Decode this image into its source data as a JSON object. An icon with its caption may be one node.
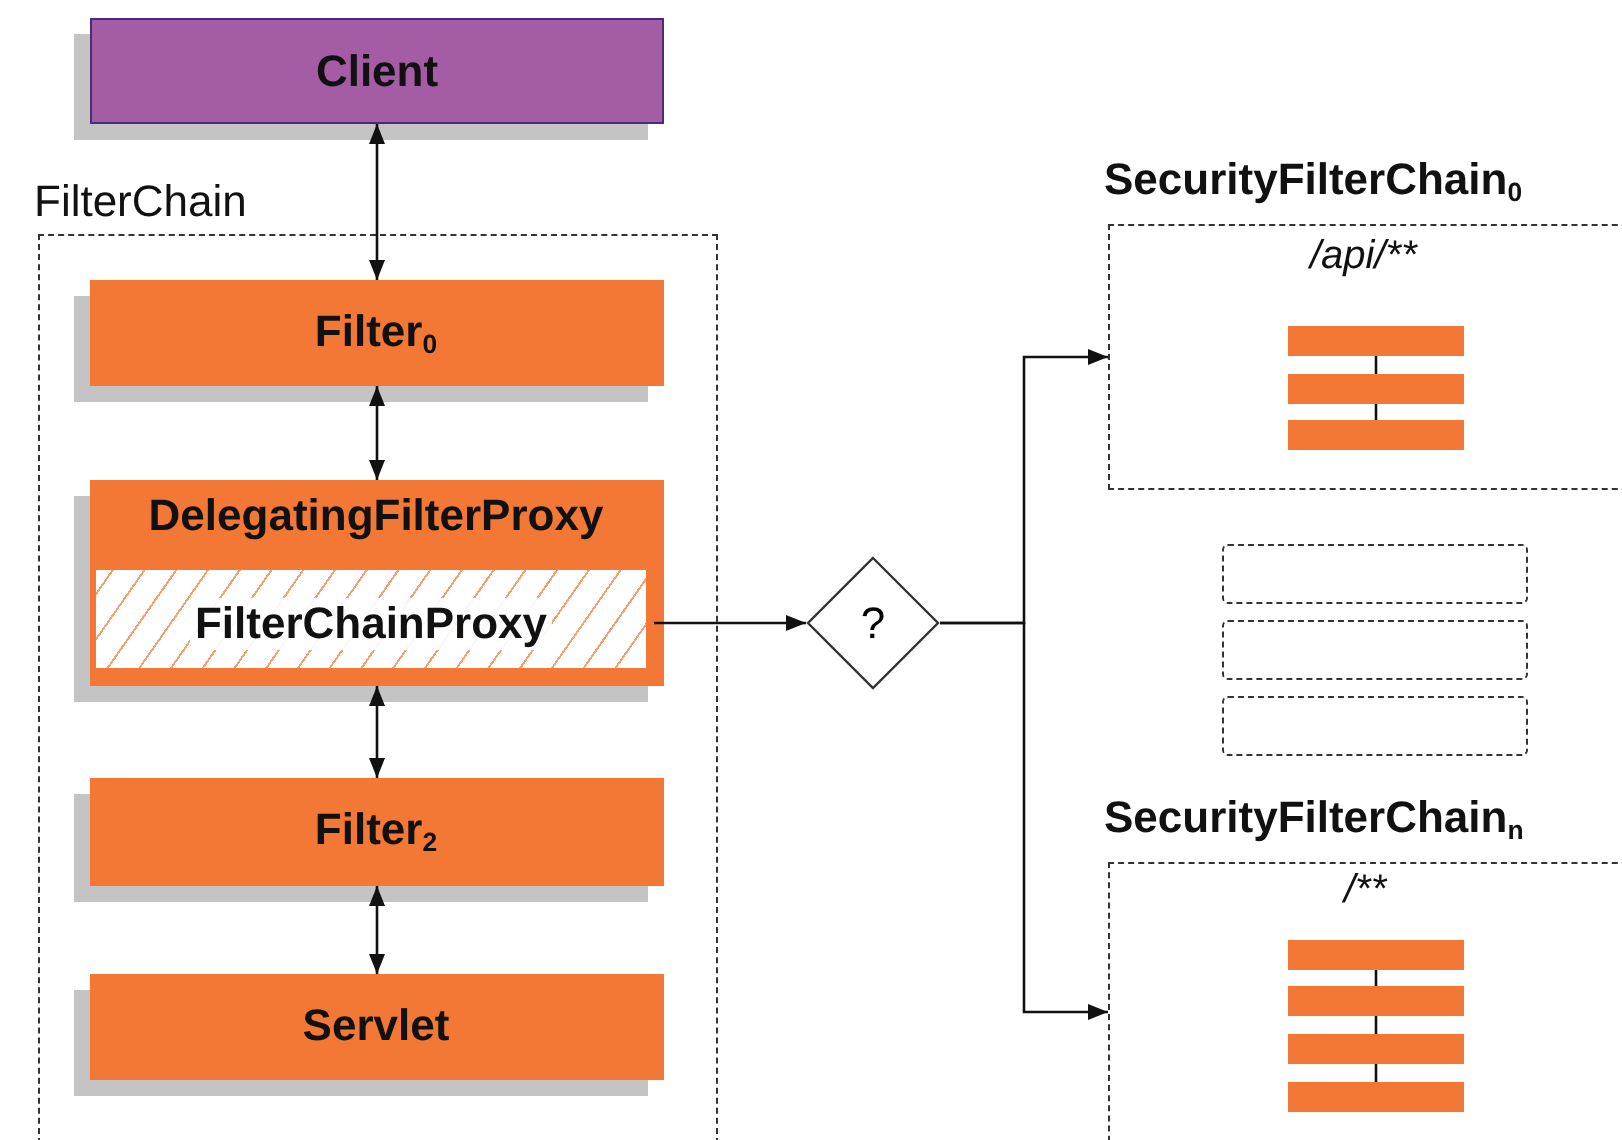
{
  "diagram": {
    "nodes": [
      {
        "text": [
          "Client"
        ]
      },
      {
        "text": [
          "FilterChain"
        ]
      },
      {
        "text": [
          "Filter$_{0}$"
        ],
        "in": 1
      },
      {
        "text": [
          "DelegatingFilterProxy"
        ],
        "in": 1
      },
      {
        "text": [
          "FilterChainProxy"
        ],
        "in": 3
      },
      {
        "text": [
          "Filter$_{2}$"
        ],
        "in": 1
      },
      {
        "text": [
          "Servlet"
        ],
        "in": 1
      },
      {
        "text": [
          "?"
        ]
      },
      {
        "text": [
          "SecurityFilterChain$_{0}$",
          "/api/**"
        ]
      },
      {
        "text": [],
        "shape": "bar",
        "in": 8
      },
      {
        "text": [],
        "shape": "bar",
        "in": 8
      },
      {
        "text": [],
        "shape": "bar",
        "in": 8
      },
      {
        "text": [],
        "shape": "box"
      },
      {
        "text": [],
        "shape": "box"
      },
      {
        "text": [],
        "shape": "box"
      },
      {
        "text": [
          "SecurityFilterChain$_{n}$",
          "/**"
        ]
      },
      {
        "text": [],
        "shape": "bar",
        "in": 15
      },
      {
        "text": [],
        "shape": "bar",
        "in": 15
      },
      {
        "text": [],
        "shape": "bar",
        "in": 15
      },
      {
        "text": [],
        "shape": "bar",
        "in": 15
      }
    ],
    "edges": [
      {
        "from": 0,
        "to": 2,
        "arrow": "both"
      },
      {
        "from": 2,
        "to": 3,
        "arrow": "both"
      },
      {
        "from": 3,
        "to": 5,
        "arrow": "both"
      },
      {
        "from": 5,
        "to": 6,
        "arrow": "both"
      },
      {
        "from": 4,
        "to": 7,
        "arrow": "to"
      },
      {
        "from": 7,
        "to": 8,
        "arrow": "to"
      },
      {
        "from": 7,
        "to": 15,
        "arrow": "to"
      },
      {
        "from": 9,
        "to": 10,
        "arrow": "none"
      },
      {
        "from": 10,
        "to": 11,
        "arrow": "none"
      },
      {
        "from": 16,
        "to": 17,
        "arrow": "none"
      },
      {
        "from": 17,
        "to": 18,
        "arrow": "none"
      },
      {
        "from": 18,
        "to": 19,
        "arrow": "none"
      }
    ]
  }
}
